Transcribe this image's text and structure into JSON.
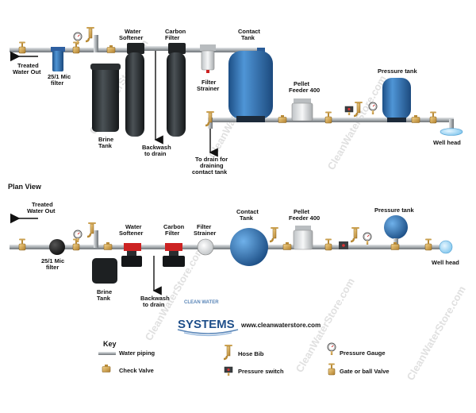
{
  "colors": {
    "pipe": "#9aa0a4",
    "pipe_edge": "#6b7075",
    "brass": "#d8a848",
    "blue_tank": "#2f6fb3",
    "dark_tank": "#1f2326",
    "water": "#7fc8ee"
  },
  "elevation": {
    "treated_out": [
      "Treated",
      "Water Out"
    ],
    "mic_filter": [
      "25/1 Mic",
      "filter"
    ],
    "water_softener": [
      "Water",
      "Softener"
    ],
    "carbon_filter": [
      "Carbon",
      "Filter"
    ],
    "brine_tank": [
      "Brine",
      "Tank"
    ],
    "backwash": [
      "Backwash",
      "to drain"
    ],
    "filter_strainer": [
      "Filter",
      "Strainer"
    ],
    "contact_tank": [
      "Contact",
      "Tank"
    ],
    "drain_contact": [
      "To drain for",
      "draining",
      "contact tank"
    ],
    "pellet_feeder": [
      "Pellet",
      "Feeder 400"
    ],
    "pressure_tank": "Pressure tank",
    "well_head": "Well head"
  },
  "plan": {
    "heading": "Plan View",
    "treated_out": [
      "Treated",
      "Water Out"
    ],
    "mic_filter": [
      "25/1 Mic",
      "filter"
    ],
    "water_softener": [
      "Water",
      "Softener"
    ],
    "carbon_filter": [
      "Carbon",
      "Filter"
    ],
    "filter_strainer": [
      "Filter",
      "Strainer"
    ],
    "contact_tank": [
      "Contact",
      "Tank"
    ],
    "pellet_feeder": [
      "Pellet",
      "Feeder 400"
    ],
    "pressure_tank": "Pressure tank",
    "brine_tank": [
      "Brine",
      "Tank"
    ],
    "backwash": [
      "Backwash",
      "to drain"
    ],
    "well_head": "Well head"
  },
  "logo": {
    "top_text": "CLEAN WATER",
    "main_text": "SYSTEMS",
    "url": "www.cleanwaterstore.com"
  },
  "key": {
    "title": "Key",
    "water_piping": "Water piping",
    "check_valve": "Check Valve",
    "hose_bib": "Hose Bib",
    "pressure_switch": "Pressure switch",
    "pressure_gauge": "Pressure Gauge",
    "gate_valve": "Gate or ball Valve"
  },
  "watermark": "CleanWaterStore.com"
}
